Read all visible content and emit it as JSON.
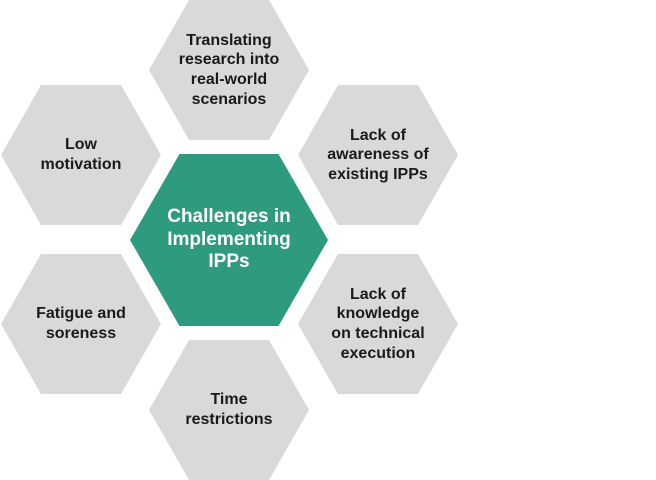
{
  "diagram": {
    "center": {
      "text": "Challenges in\nImplementing\nIPPs",
      "color": "#2e9a7e"
    },
    "outer_color": "#d9d9d9",
    "outer": [
      {
        "text": "Translating\nresearch into\nreal-world\nscenarios"
      },
      {
        "text": "Lack of\nawareness of\nexisting IPPs"
      },
      {
        "text": "Lack of\nknowledge\non technical\nexecution"
      },
      {
        "text": "Time\nrestrictions"
      },
      {
        "text": "Fatigue and\nsoreness"
      },
      {
        "text": "Low\nmotivation"
      }
    ]
  }
}
